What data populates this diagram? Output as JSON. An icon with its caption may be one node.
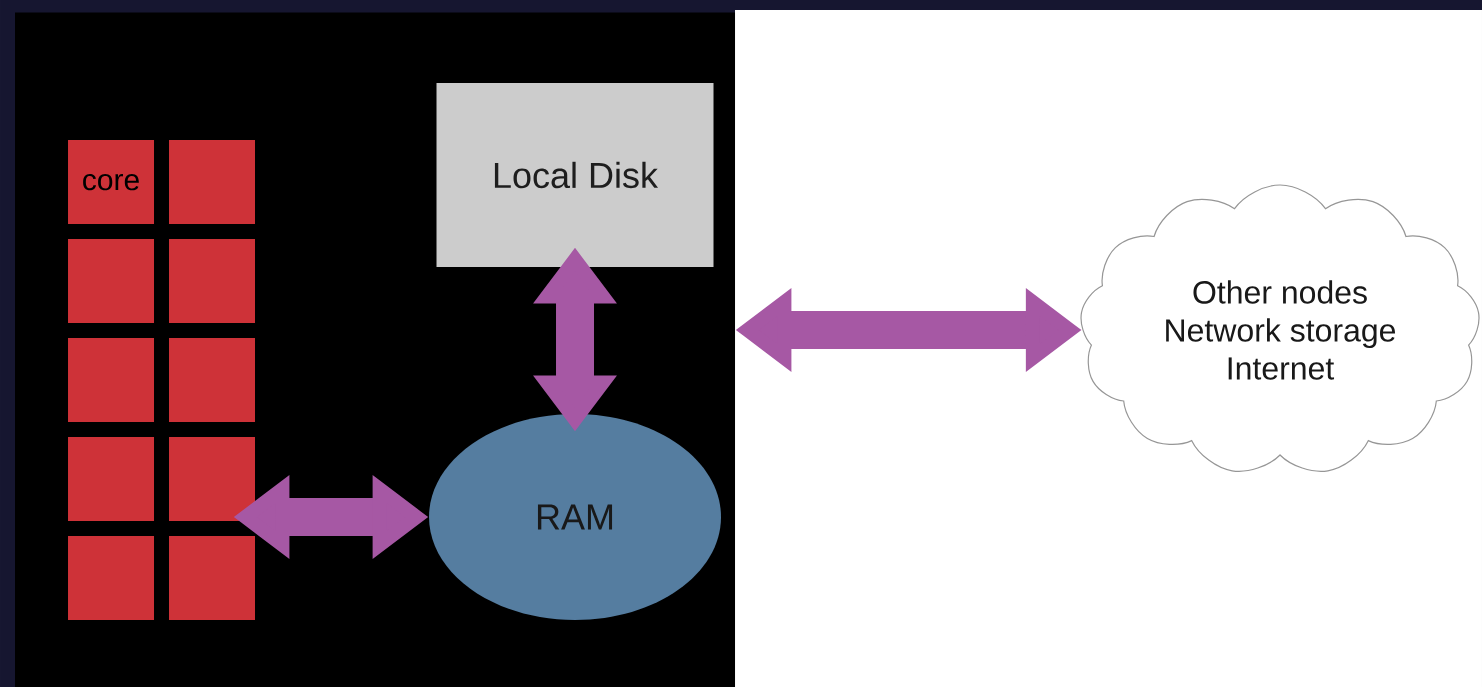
{
  "diagram": {
    "nodes": [
      {
        "text": [],
        "shape": "box"
      },
      {
        "text": [
          "core"
        ],
        "in": 0
      },
      {
        "text": [],
        "shape": "box",
        "in": 0
      },
      {
        "text": [],
        "shape": "box",
        "in": 0
      },
      {
        "text": [],
        "shape": "box",
        "in": 0
      },
      {
        "text": [],
        "shape": "box",
        "in": 0
      },
      {
        "text": [],
        "shape": "box",
        "in": 0
      },
      {
        "text": [],
        "shape": "box",
        "in": 0
      },
      {
        "text": [],
        "shape": "box",
        "in": 0
      },
      {
        "text": [],
        "shape": "box",
        "in": 0
      },
      {
        "text": [],
        "shape": "box",
        "in": 0
      },
      {
        "text": [
          "Local Disk"
        ],
        "in": 0
      },
      {
        "text": [
          "RAM"
        ],
        "in": 0
      },
      {
        "text": [
          "Other nodes",
          "Network storage",
          "Internet"
        ]
      }
    ],
    "edges": [
      {
        "from": 11,
        "to": 12,
        "arrow": "both"
      },
      {
        "from": 8,
        "to": 12,
        "arrow": "both"
      },
      {
        "from": 0,
        "to": 13,
        "arrow": "both"
      }
    ]
  }
}
